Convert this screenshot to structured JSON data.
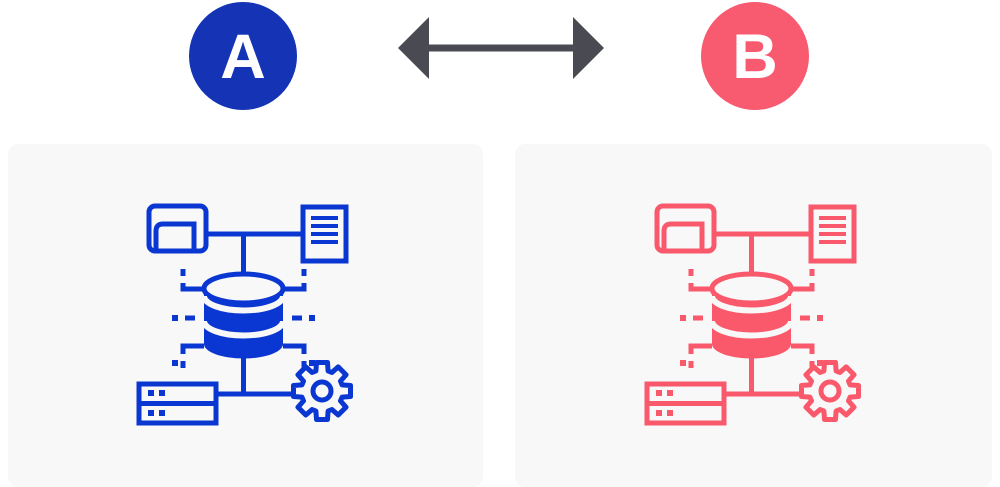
{
  "comparison": {
    "option_a": {
      "label": "A",
      "badge_color": "#1434B5",
      "icon": "database-architecture-icon",
      "icon_color": "#0A37D1"
    },
    "option_b": {
      "label": "B",
      "badge_color": "#F85B70",
      "icon": "database-architecture-icon",
      "icon_color": "#F9596B"
    },
    "arrow": {
      "type": "double-headed-horizontal",
      "color": "#4A4B52"
    },
    "panel_background": "#F8F8F8"
  }
}
